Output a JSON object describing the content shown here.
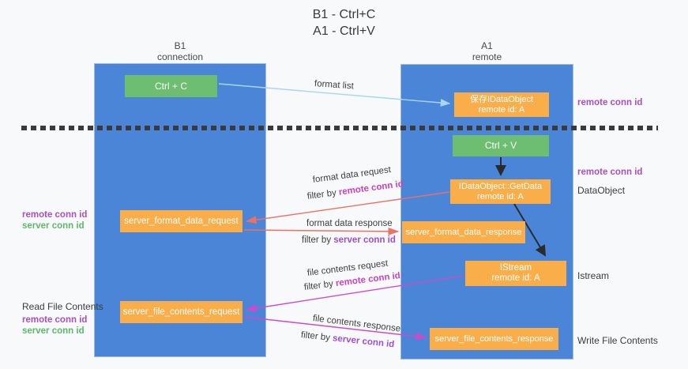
{
  "title": {
    "line1": "B1 - Ctrl+C",
    "line2": "A1 - Ctrl+V"
  },
  "columns": {
    "left": {
      "name": "B1",
      "role": "connection"
    },
    "right": {
      "name": "A1",
      "role": "remote"
    }
  },
  "boxes": {
    "ctrl_c": "Ctrl + C",
    "ctrl_v": "Ctrl + V",
    "save_idataobject": {
      "line1": "保存IDataObject",
      "line2": "remote id: A"
    },
    "getdata": {
      "line1": "IDataObject::GetData",
      "line2": "remote id: A"
    },
    "istream": {
      "line1": "IStream",
      "line2": "remote id: A"
    },
    "server_format_data_request": "server_format_data_request",
    "server_format_data_response": "server_format_data_response",
    "server_file_contents_request": "server_file_contents_request",
    "server_file_contents_response": "server_file_contents_response"
  },
  "labels": {
    "format_list": "format list",
    "format_data_request": "format data request",
    "format_data_response": "format data response",
    "file_contents_request": "file contents request",
    "file_contents_response": "file contents response",
    "filter_by": "filter by ",
    "remote_conn_id": "remote conn id",
    "server_conn_id": "server conn id",
    "dataobject": "DataObject",
    "istream": "Istream",
    "read_file_contents": "Read File Contents",
    "write_file_contents": "Write File Contents"
  },
  "colors": {
    "column_blue": "#4a85d8",
    "box_green": "#6dbe71",
    "box_orange": "#f9ae49",
    "arrow_light_blue": "#a9d5f4",
    "arrow_red": "#ec7063",
    "arrow_magenta": "#cb4bcb",
    "arrow_black": "#2b2b2b",
    "text_purple": "#a94fc0",
    "text_magenta": "#cb42b8",
    "text_violet": "#9b4fd6",
    "text_green": "#5cb86a"
  }
}
